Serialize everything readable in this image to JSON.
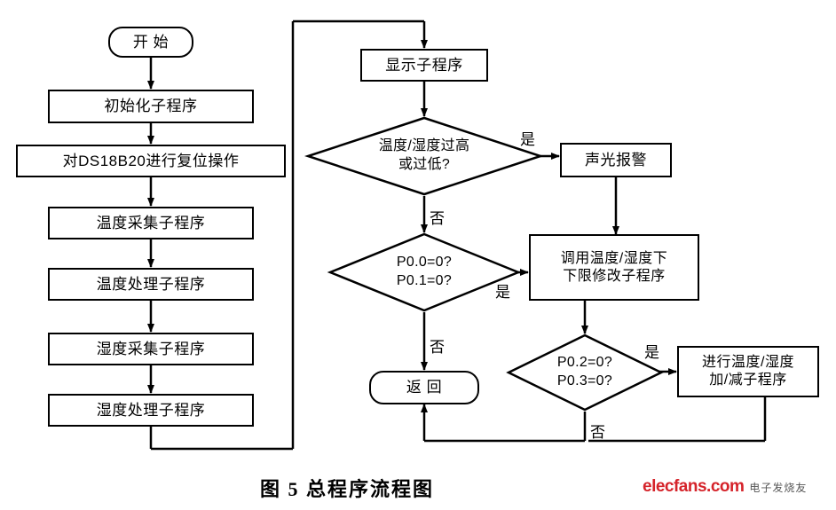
{
  "figure": {
    "caption": "图 5    总程序流程图",
    "watermark_main": "elecfans.com",
    "watermark_sub": "电子发烧友"
  },
  "left_column": {
    "start": "开  始",
    "steps": [
      "初始化子程序",
      "对DS18B20进行复位操作",
      "温度采集子程序",
      "温度处理子程序",
      "湿度采集子程序",
      "湿度处理子程序"
    ]
  },
  "right_column": {
    "display": "显示子程序",
    "decision_alarm_line1": "温度/湿度过高",
    "decision_alarm_line2": "或过低?",
    "alarm": "声光报警",
    "decision_p0_line1": "P0.0=0?",
    "decision_p0_line2": "P0.1=0?",
    "limit_modify_line1": "调用温度/湿度下",
    "limit_modify_line2": "下限修改子程序",
    "decision_p2_line1": "P0.2=0?",
    "decision_p2_line2": "P0.3=0?",
    "adjust_line1": "进行温度/湿度",
    "adjust_line2": "加/减子程序",
    "return": "返  回"
  },
  "edge_labels": {
    "yes_alarm": "是",
    "no_alarm": "否",
    "yes_p0": "是",
    "no_p0": "否",
    "yes_p2": "是",
    "no_p2": "否"
  }
}
